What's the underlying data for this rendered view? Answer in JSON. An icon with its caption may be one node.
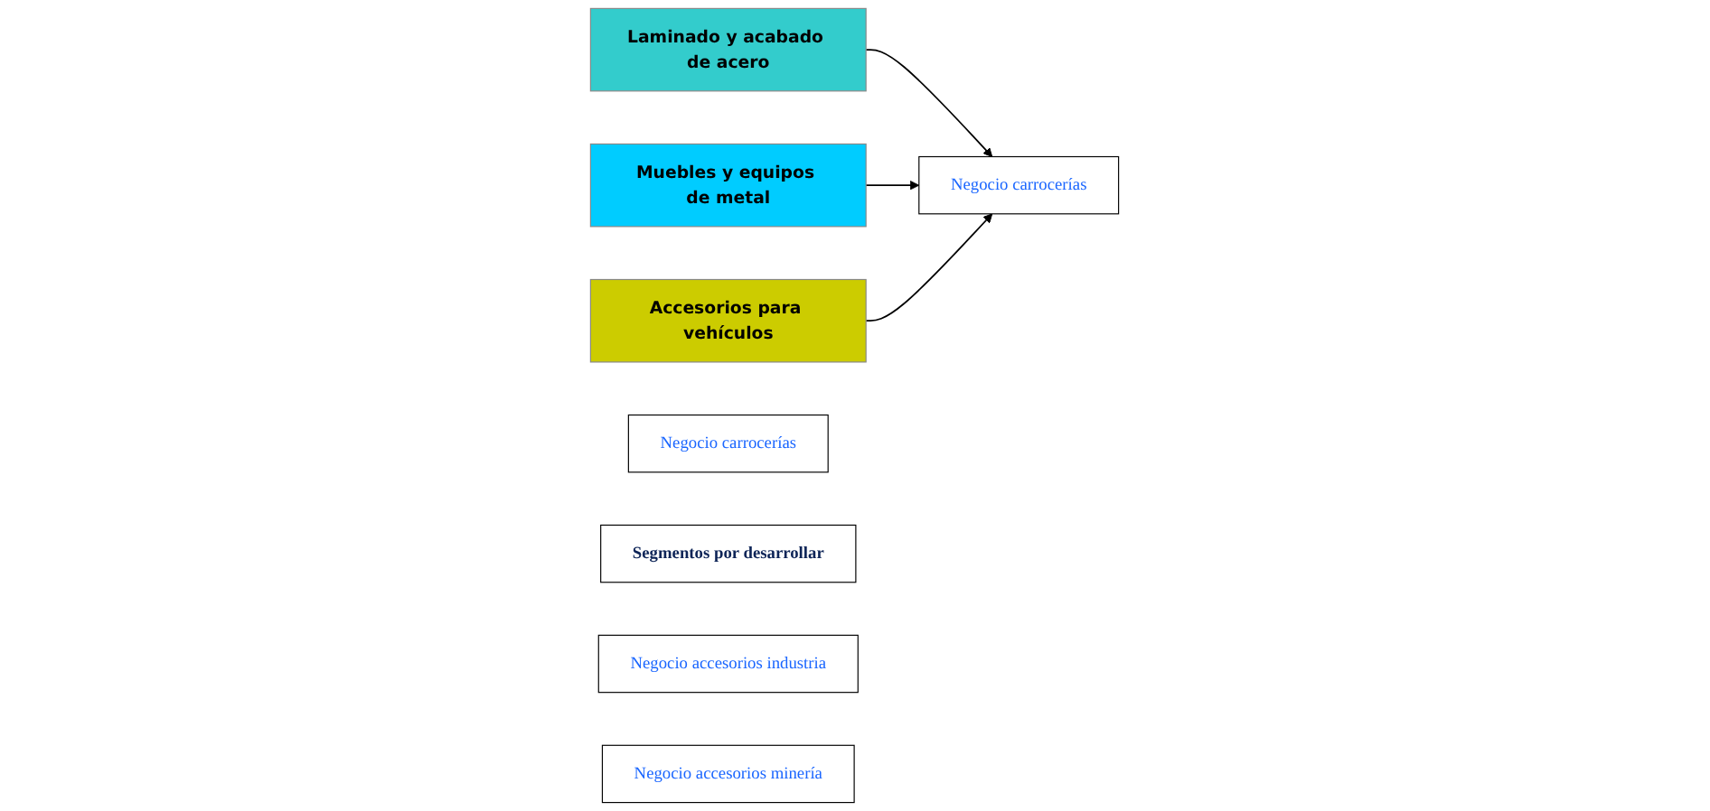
{
  "diagram": {
    "nodes": [
      {
        "text": [
          "Laminado y acabado de acero"
        ]
      },
      {
        "text": [
          "Muebles y equipos de metal"
        ]
      },
      {
        "text": [
          "Accesorios para vehículos"
        ]
      },
      {
        "text": [
          "Negocio carrocerías"
        ]
      },
      {
        "text": [
          "Negocio carrocerías"
        ]
      },
      {
        "text": [
          "Segmentos por desarrollar"
        ]
      },
      {
        "text": [
          "Negocio accesorios industria"
        ]
      },
      {
        "text": [
          "Negocio accesorios minería"
        ]
      }
    ],
    "edges": [
      {
        "from": 0,
        "to": 4,
        "arrow": "to"
      },
      {
        "from": 1,
        "to": 4,
        "arrow": "to"
      },
      {
        "from": 2,
        "to": 4,
        "arrow": "to"
      }
    ]
  }
}
